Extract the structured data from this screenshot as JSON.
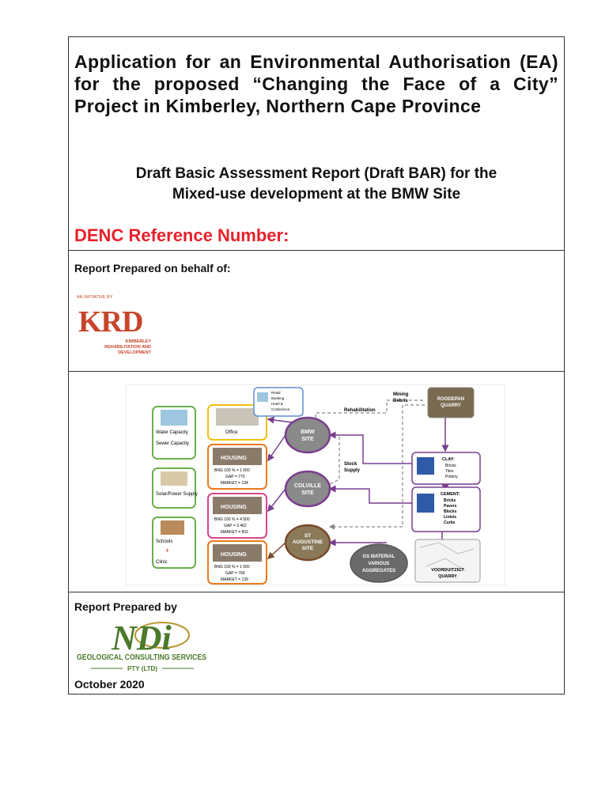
{
  "title": {
    "main": "Application for an Environmental Authorisation (EA) for the proposed “Changing the Face of a City” Project in Kimberley, Northern Cape Province",
    "subtitle_line1": "Draft Basic Assessment Report (Draft BAR) for the",
    "subtitle_line2": "Mixed-use development at the BMW Site",
    "reference_label": "DENC Reference Number:"
  },
  "client": {
    "label": "Report Prepared on behalf of:",
    "logo": {
      "initiative_text": "AN INITIATIVE BY",
      "letters": "KRD",
      "name_line1": "KIMBERLEY",
      "name_line2": "REHABILITATION AND",
      "name_line3": "DEVELOPMENT"
    }
  },
  "diagram": {
    "utilities": {
      "water": [
        "Water Capacity",
        "Sewer Capacity"
      ],
      "power": [
        "Solar/Power Supply"
      ],
      "social": [
        "Schools",
        "Clinic"
      ]
    },
    "retail_items": [
      "Retail",
      "Banking",
      "Hotel &",
      "Conference"
    ],
    "office": "Office",
    "housing": [
      {
        "label": "HOUSING",
        "lines": [
          "BNG 100 % = 1 000",
          "GAP = 770",
          "MARKET = 134"
        ]
      },
      {
        "label": "HOUSING",
        "lines": [
          "BNG 100 % = 4 500",
          "GAP = 3 462",
          "MARKET = 602"
        ]
      },
      {
        "label": "HOUSING",
        "lines": [
          "BNG 100 % = 1 000",
          "GAP = 769",
          "MARKET = 139"
        ]
      }
    ],
    "sites": {
      "bmw": [
        "BMW",
        "SITE"
      ],
      "colville": [
        "COLVILLE",
        "SITE"
      ],
      "st_augustine": [
        "ST",
        "AUGUSTINE",
        "SITE"
      ],
      "gs_material": [
        "GS MATERIAL",
        "VARIOUS",
        "AGGREGATES"
      ]
    },
    "flows": {
      "rehabilitation": "Rehabilitation",
      "mining_debris": [
        "Mining",
        "Debris"
      ],
      "stock_supply": [
        "Stock",
        "Supply"
      ]
    },
    "quarries": {
      "roodepan": [
        "ROODEPAN",
        "QUARRY"
      ],
      "voorduitzigt": [
        "VOORDUITZIGT",
        "QUARRY"
      ]
    },
    "clay": {
      "title": "CLAY:",
      "items": [
        "Bricks",
        "Tiles",
        "Pottery"
      ]
    },
    "cement": {
      "title": "CEMENT:",
      "items": [
        "Bricks",
        "Pavers",
        "Blocks",
        "Lintels",
        "Curbs"
      ]
    }
  },
  "preparer": {
    "label": "Report Prepared by",
    "logo": {
      "letters": "NDi",
      "company_line1": "GEOLOGICAL CONSULTING SERVICES",
      "company_line2": "PTY (LTD)"
    },
    "date": "October 2020"
  },
  "colors": {
    "reference_red": "#e8202a",
    "krd_red": "#c8452b",
    "ndi_green": "#4b7a2a",
    "ndi_gold": "#b8962e",
    "diagram_purple": "#7a3d8f",
    "diagram_brown": "#7a4a2a",
    "office_yellow": "#f2c012",
    "housing_orange": "#e87a1e",
    "housing_pink": "#d6458c",
    "utility_green": "#6ab04c"
  }
}
